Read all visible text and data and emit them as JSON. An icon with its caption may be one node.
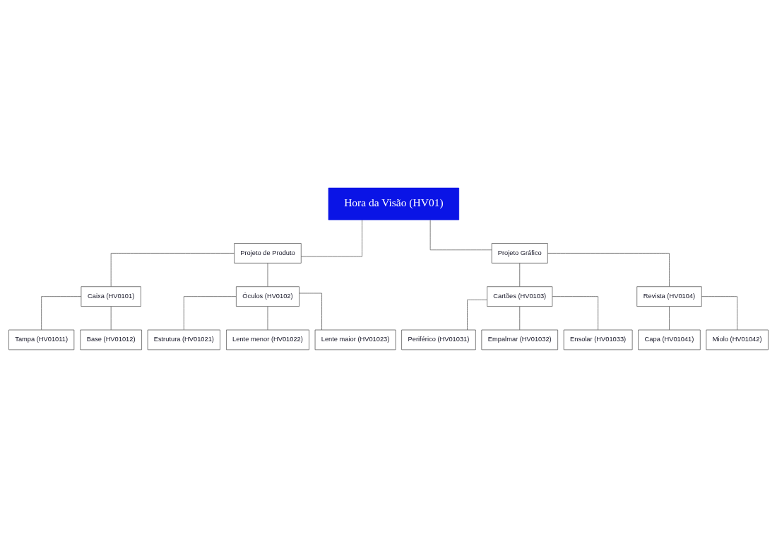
{
  "diagram": {
    "nodes": [
      {
        "text": [
          "Hora da Visão (HV01)"
        ]
      },
      {
        "text": [
          "Projeto de Produto"
        ]
      },
      {
        "text": [
          "Projeto Gráfico"
        ]
      },
      {
        "text": [
          "Caixa (HV0101)"
        ]
      },
      {
        "text": [
          "Óculos (HV0102)"
        ]
      },
      {
        "text": [
          "Cartões (HV0103)"
        ]
      },
      {
        "text": [
          "Revista (HV0104)"
        ]
      },
      {
        "text": [
          "Tampa (HV01011)"
        ]
      },
      {
        "text": [
          "Base (HV01012)"
        ]
      },
      {
        "text": [
          "Estrutura (HV01021)"
        ]
      },
      {
        "text": [
          "Lente menor (HV01022)"
        ]
      },
      {
        "text": [
          "Lente maior (HV01023)"
        ]
      },
      {
        "text": [
          "Periférico (HV01031)"
        ]
      },
      {
        "text": [
          "Empalmar (HV01032)"
        ]
      },
      {
        "text": [
          "Ensolar (HV01033)"
        ]
      },
      {
        "text": [
          "Capa (HV01041)"
        ]
      },
      {
        "text": [
          "Miolo (HV01042)"
        ]
      }
    ],
    "edges": [
      {
        "from": 0,
        "to": 1,
        "arrow": "none"
      },
      {
        "from": 0,
        "to": 2,
        "arrow": "none"
      },
      {
        "from": 1,
        "to": 3,
        "arrow": "none"
      },
      {
        "from": 1,
        "to": 4,
        "arrow": "none"
      },
      {
        "from": 2,
        "to": 5,
        "arrow": "none"
      },
      {
        "from": 2,
        "to": 6,
        "arrow": "none"
      },
      {
        "from": 3,
        "to": 7,
        "arrow": "none"
      },
      {
        "from": 3,
        "to": 8,
        "arrow": "none"
      },
      {
        "from": 4,
        "to": 9,
        "arrow": "none"
      },
      {
        "from": 4,
        "to": 10,
        "arrow": "none"
      },
      {
        "from": 4,
        "to": 11,
        "arrow": "none"
      },
      {
        "from": 5,
        "to": 12,
        "arrow": "none"
      },
      {
        "from": 5,
        "to": 13,
        "arrow": "none"
      },
      {
        "from": 5,
        "to": 14,
        "arrow": "none"
      },
      {
        "from": 6,
        "to": 15,
        "arrow": "none"
      },
      {
        "from": 6,
        "to": 16,
        "arrow": "none"
      }
    ]
  }
}
